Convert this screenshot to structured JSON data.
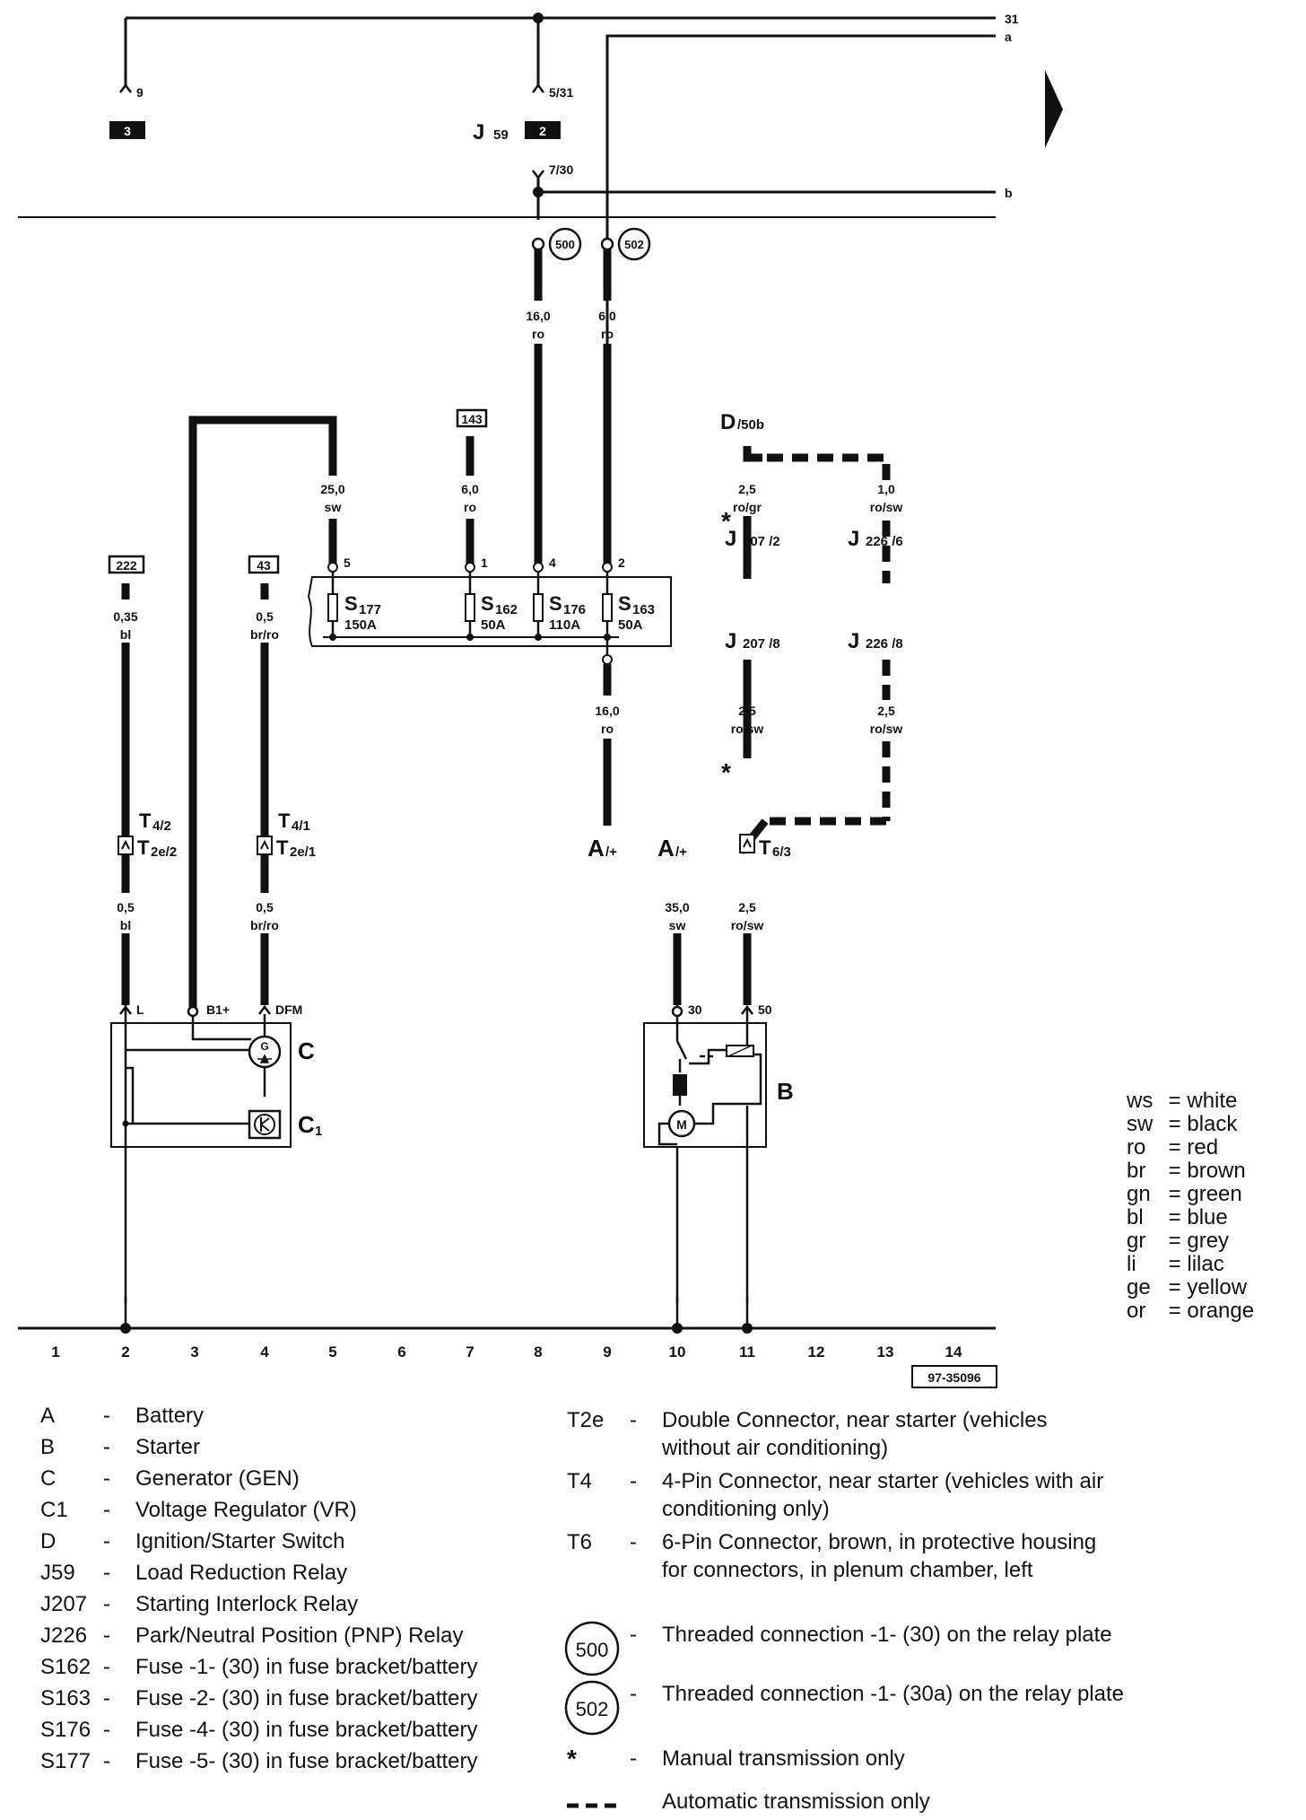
{
  "diagram": {
    "top_lines": [
      "31",
      "a",
      "b"
    ],
    "relay_label": "J",
    "relay_sub": "59",
    "relay_pins": {
      "left": "9",
      "top": "5/31",
      "bottom": "7/30"
    },
    "relay_boxes": [
      "3",
      "2"
    ],
    "threaded": [
      "500",
      "502"
    ],
    "wires": {
      "w_160_ro_top": [
        "16,0",
        "ro"
      ],
      "w_60_ro_top": [
        "6,0",
        "ro"
      ],
      "w_250_sw": [
        "25,0",
        "sw"
      ],
      "w_60_ro_143": [
        "6,0",
        "ro"
      ],
      "w_035_bl": [
        "0,35",
        "bl"
      ],
      "w_05_brro_top": [
        "0,5",
        "br/ro"
      ],
      "w_05_bl": [
        "0,5",
        "bl"
      ],
      "w_05_brro_bot": [
        "0,5",
        "br/ro"
      ],
      "w_160_ro_bot": [
        "16,0",
        "ro"
      ],
      "w_350_sw": [
        "35,0",
        "sw"
      ],
      "w_25_rogr": [
        "2,5",
        "ro/gr"
      ],
      "w_10_rosw": [
        "1,0",
        "ro/sw"
      ],
      "w_25_rosw_a": [
        "2,5",
        "ro/sw"
      ],
      "w_25_rosw_b": [
        "2,5",
        "ro/sw"
      ],
      "w_25_rosw_c": [
        "2,5",
        "ro/sw"
      ]
    },
    "ref_boxes": [
      "143",
      "222",
      "43"
    ],
    "fuse_pins": [
      "5",
      "1",
      "4",
      "2"
    ],
    "fuses": [
      {
        "label": "S",
        "sub": "177",
        "amp": "150A"
      },
      {
        "label": "S",
        "sub": "162",
        "amp": "50A"
      },
      {
        "label": "S",
        "sub": "176",
        "amp": "110A"
      },
      {
        "label": "S",
        "sub": "163",
        "amp": "50A"
      }
    ],
    "switch": {
      "label": "D",
      "sub": "/50b"
    },
    "relays": [
      {
        "label": "J",
        "sub": "207 /2"
      },
      {
        "label": "J",
        "sub": "226 /6"
      },
      {
        "label": "J",
        "sub": "207 /8"
      },
      {
        "label": "J",
        "sub": "226 /8"
      }
    ],
    "star": "*",
    "connectors": {
      "t42": [
        "T",
        "4/2"
      ],
      "t41": [
        "T",
        "4/1"
      ],
      "t2e2": [
        "T",
        "2e/2"
      ],
      "t2e1": [
        "T",
        "2e/1"
      ],
      "t63": [
        "T",
        "6/3"
      ]
    },
    "battery": [
      [
        "A",
        "/+"
      ],
      [
        "A",
        "/+"
      ]
    ],
    "gen_pins": [
      "L",
      "B1+",
      "DFM"
    ],
    "starter_pins": [
      "30",
      "50"
    ],
    "components": {
      "gen": "C",
      "reg": "C",
      "reg_sub": "1",
      "starter": "B"
    },
    "symbols": {
      "gen": "G",
      "motor": "M"
    },
    "columns": [
      "1",
      "2",
      "3",
      "4",
      "5",
      "6",
      "7",
      "8",
      "9",
      "10",
      "11",
      "12",
      "13",
      "14"
    ],
    "diagram_id": "97-35096"
  },
  "color_legend": [
    [
      "ws",
      "white"
    ],
    [
      "sw",
      "black"
    ],
    [
      "ro",
      "red"
    ],
    [
      "br",
      "brown"
    ],
    [
      "gn",
      "green"
    ],
    [
      "bl",
      "blue"
    ],
    [
      "gr",
      "grey"
    ],
    [
      "li",
      "lilac"
    ],
    [
      "ge",
      "yellow"
    ],
    [
      "or",
      "orange"
    ]
  ],
  "key_left": [
    [
      "A",
      "Battery"
    ],
    [
      "B",
      "Starter"
    ],
    [
      "C",
      "Generator (GEN)"
    ],
    [
      "C1",
      "Voltage Regulator (VR)"
    ],
    [
      "D",
      "Ignition/Starter Switch"
    ],
    [
      "J59",
      "Load Reduction Relay"
    ],
    [
      "J207",
      "Starting Interlock Relay"
    ],
    [
      "J226",
      "Park/Neutral Position (PNP) Relay"
    ],
    [
      "S162",
      "Fuse -1- (30) in fuse bracket/battery"
    ],
    [
      "S163",
      "Fuse -2- (30) in fuse bracket/battery"
    ],
    [
      "S176",
      "Fuse -4- (30) in fuse bracket/battery"
    ],
    [
      "S177",
      "Fuse -5- (30) in fuse bracket/battery"
    ]
  ],
  "key_right": {
    "t2e": {
      "code": "T2e",
      "text1": "Double Connector, near starter (vehicles",
      "text2": "without air conditioning)"
    },
    "t4": {
      "code": "T4",
      "text1": "4-Pin Connector, near starter (vehicles with air",
      "text2": "conditioning only)"
    },
    "t6": {
      "code": "T6",
      "text1": "6-Pin Connector, brown, in protective housing",
      "text2": "for connectors, in plenum chamber, left"
    },
    "c500": {
      "code": "500",
      "text": "Threaded connection -1- (30) on the relay plate"
    },
    "c502": {
      "code": "502",
      "text": "Threaded connection -1- (30a) on the relay plate"
    },
    "manual": {
      "code": "*",
      "text": "Manual transmission only"
    },
    "auto": {
      "text": "Automatic transmission only"
    }
  }
}
